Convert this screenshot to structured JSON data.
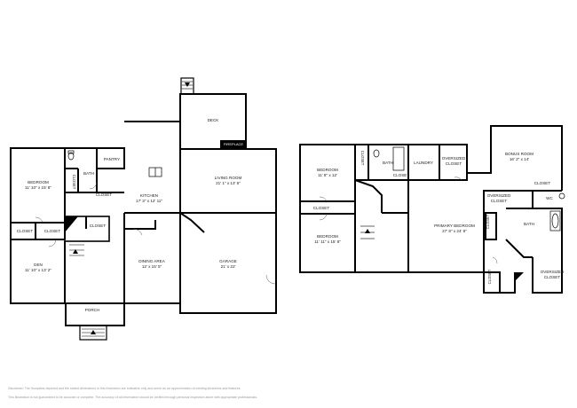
{
  "floor1": {
    "rooms": [
      {
        "id": "bedroom",
        "name": "BEDROOM",
        "dims": "11' 10\" x 15' 8\""
      },
      {
        "id": "bath",
        "name": "BATH",
        "dims": ""
      },
      {
        "id": "pantry",
        "name": "PANTRY",
        "dims": ""
      },
      {
        "id": "kitchen",
        "name": "KITCHEN",
        "dims": "17' 3\" x 12' 11\""
      },
      {
        "id": "deck",
        "name": "DECK",
        "dims": ""
      },
      {
        "id": "living-room",
        "name": "LIVING ROOM",
        "dims": "21' 1\" x 13' 6\""
      },
      {
        "id": "den",
        "name": "DEN",
        "dims": "11' 10\" x 13' 2\""
      },
      {
        "id": "dining-area",
        "name": "DINING AREA",
        "dims": "12' x 15' 5\""
      },
      {
        "id": "garage",
        "name": "GARAGE",
        "dims": "21' x 22'"
      },
      {
        "id": "porch",
        "name": "PORCH",
        "dims": ""
      }
    ],
    "labels": {
      "closet": "CLOSET",
      "fireplace": "FIREPLACE"
    }
  },
  "floor2": {
    "rooms": [
      {
        "id": "bedroom-a",
        "name": "BEDROOM",
        "dims": "11' 8\" x 12'"
      },
      {
        "id": "bath-a",
        "name": "BATH",
        "dims": ""
      },
      {
        "id": "laundry",
        "name": "LAUNDRY",
        "dims": ""
      },
      {
        "id": "bonus-room",
        "name": "BONUS ROOM",
        "dims": "16' 2\" x 14'"
      },
      {
        "id": "bedroom-b",
        "name": "BEDROOM",
        "dims": "11' 11\" x 15' 8\""
      },
      {
        "id": "primary-bedroom",
        "name": "PRIMARY BEDROOM",
        "dims": "27' 8\" x 24' 8\""
      },
      {
        "id": "primary-bath",
        "name": "BATH",
        "dims": ""
      },
      {
        "id": "wc",
        "name": "WC",
        "dims": ""
      }
    ],
    "labels": {
      "closet": "CLOSET",
      "oversized_line1": "OVERSIZED",
      "oversized_line2": "CLOSET"
    }
  },
  "disclaimer": {
    "line1": "Disclaimer: The floorplans depicted and the stated dimensions in this illustration are indicative only and serve as an approximation of existing structures and features.",
    "line2": "This illustration is not guaranteed to be accurate or complete. The accuracy of all information should be verified through personal inspection alone with appropriate professionals."
  },
  "colors": {
    "wall": "#000000",
    "fill": "#ffffff",
    "disclaimer_text": "#9a9a9a"
  }
}
